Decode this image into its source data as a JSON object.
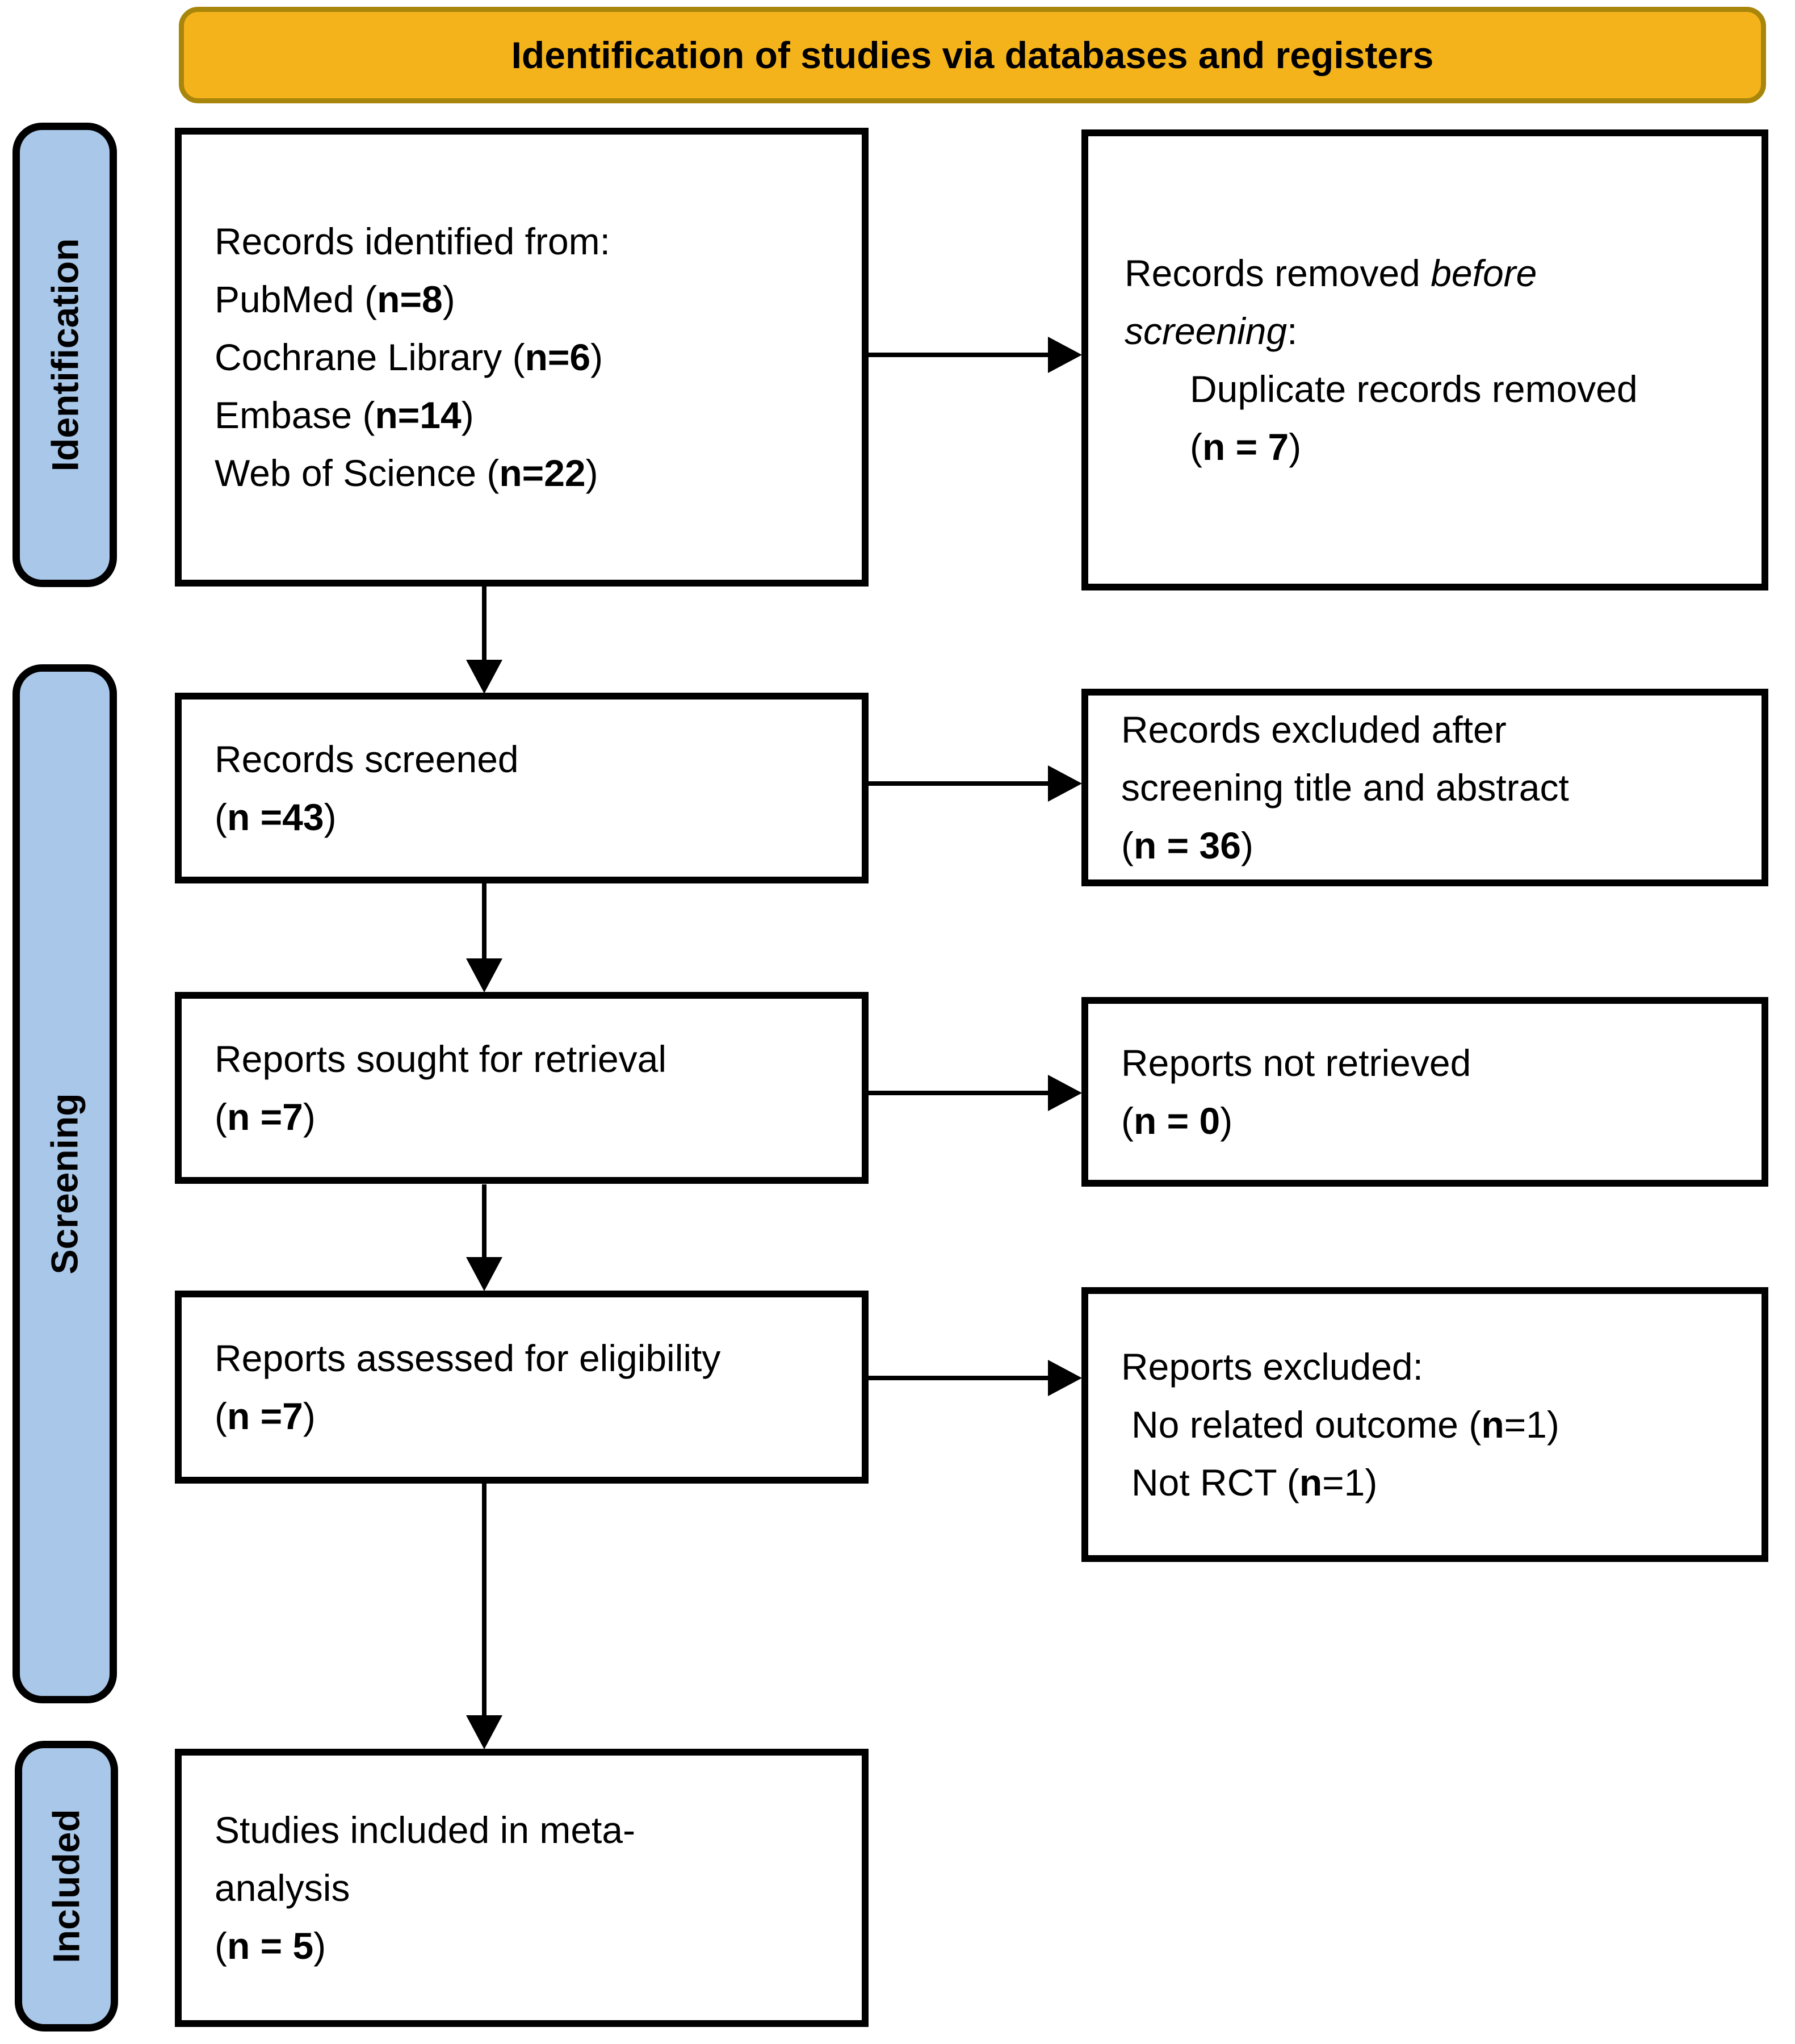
{
  "banner": {
    "label": "Identification of studies via databases and registers"
  },
  "colors": {
    "banner_fill": "#F5B31B",
    "banner_border": "#A8850B",
    "stage_fill": "#A9C7E8",
    "box_border": "#000000"
  },
  "stages": [
    {
      "id": "identification",
      "label": "Identification"
    },
    {
      "id": "screening",
      "label": "Screening"
    },
    {
      "id": "included",
      "label": "Included"
    }
  ],
  "boxes": {
    "records_identified": {
      "lines": [
        {
          "seg": [
            {
              "t": "Records identified from:"
            }
          ]
        },
        {
          "seg": [
            {
              "t": "PubMed ("
            },
            {
              "t": "n=8",
              "b": true
            },
            {
              "t": ")"
            }
          ]
        },
        {
          "seg": [
            {
              "t": "Cochrane Library ("
            },
            {
              "t": "n=6",
              "b": true
            },
            {
              "t": ")"
            }
          ]
        },
        {
          "seg": [
            {
              "t": "Embase ("
            },
            {
              "t": "n=14",
              "b": true
            },
            {
              "t": ")"
            }
          ]
        },
        {
          "seg": [
            {
              "t": "Web of Science ("
            },
            {
              "t": "n=22",
              "b": true
            },
            {
              "t": ")"
            }
          ]
        }
      ]
    },
    "records_removed": {
      "lines": [
        {
          "seg": [
            {
              "t": "Records removed "
            },
            {
              "t": "before",
              "i": true
            }
          ]
        },
        {
          "seg": [
            {
              "t": "screening",
              "i": true
            },
            {
              "t": ":"
            }
          ]
        },
        {
          "ind": 115,
          "seg": [
            {
              "t": "Duplicate records removed"
            }
          ]
        },
        {
          "ind": 115,
          "seg": [
            {
              "t": "("
            },
            {
              "t": "n = 7",
              "b": true
            },
            {
              "t": ")"
            }
          ]
        }
      ]
    },
    "records_screened": {
      "lines": [
        {
          "seg": [
            {
              "t": "Records screened"
            }
          ]
        },
        {
          "seg": [
            {
              "t": "("
            },
            {
              "t": "n =43",
              "b": true
            },
            {
              "t": ")"
            }
          ]
        }
      ]
    },
    "records_excluded": {
      "lines": [
        {
          "seg": [
            {
              "t": "Records excluded after"
            }
          ]
        },
        {
          "seg": [
            {
              "t": "screening title and abstract"
            }
          ]
        },
        {
          "seg": [
            {
              "t": "("
            },
            {
              "t": "n = 36",
              "b": true
            },
            {
              "t": ")"
            }
          ]
        }
      ]
    },
    "reports_sought": {
      "lines": [
        {
          "seg": [
            {
              "t": "Reports sought for retrieval"
            }
          ]
        },
        {
          "seg": [
            {
              "t": "("
            },
            {
              "t": "n =7",
              "b": true
            },
            {
              "t": ")"
            }
          ]
        }
      ]
    },
    "reports_not_retrieved": {
      "lines": [
        {
          "seg": [
            {
              "t": "Reports not retrieved"
            }
          ]
        },
        {
          "seg": [
            {
              "t": "("
            },
            {
              "t": "n = 0",
              "b": true
            },
            {
              "t": ")"
            }
          ]
        }
      ]
    },
    "reports_assessed": {
      "lines": [
        {
          "seg": [
            {
              "t": "Reports assessed for eligibility"
            }
          ]
        },
        {
          "seg": [
            {
              "t": "("
            },
            {
              "t": "n =7",
              "b": true
            },
            {
              "t": ")"
            }
          ]
        }
      ]
    },
    "reports_excluded": {
      "lines": [
        {
          "seg": [
            {
              "t": "Reports excluded:"
            }
          ]
        },
        {
          "ind": 18,
          "seg": [
            {
              "t": "No related outcome ("
            },
            {
              "t": "n",
              "b": true
            },
            {
              "t": "=1)"
            }
          ]
        },
        {
          "ind": 18,
          "seg": [
            {
              "t": "Not RCT ("
            },
            {
              "t": "n",
              "b": true
            },
            {
              "t": "=1)"
            }
          ]
        }
      ]
    },
    "studies_included": {
      "lines": [
        {
          "seg": [
            {
              "t": "Studies included in meta-"
            }
          ]
        },
        {
          "seg": [
            {
              "t": "analysis"
            }
          ]
        },
        {
          "seg": [
            {
              "t": "("
            },
            {
              "t": "n = 5",
              "b": true
            },
            {
              "t": ")"
            }
          ]
        }
      ]
    }
  }
}
